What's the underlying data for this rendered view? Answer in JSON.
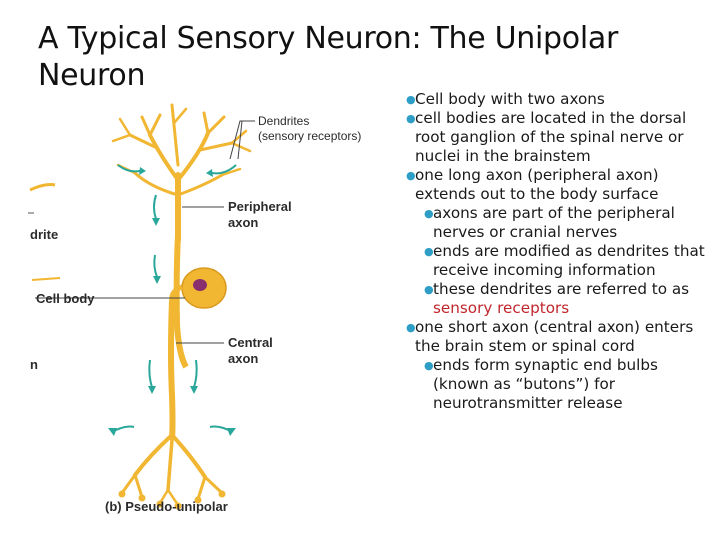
{
  "title": "A Typical Sensory Neuron: The Unipolar Neuron",
  "figure": {
    "label_dendrites_1": "Dendrites",
    "label_dendrites_2": "(sensory receptors)",
    "label_peripheral_1": "Peripheral",
    "label_peripheral_2": "axon",
    "label_cell_body": "Cell body",
    "label_central_1": "Central",
    "label_central_2": "axon",
    "label_left_drite": "drite",
    "label_left_n": "n",
    "caption": "(b) Pseudo-unipolar",
    "colors": {
      "axon": "#f1b632",
      "axon_dark": "#d99a1f",
      "arrow": "#2aa79b",
      "nucleus": "#8a2f6e"
    }
  },
  "bullets": [
    {
      "level": 1,
      "text": "Cell body with two axons",
      "bold": true
    },
    {
      "level": 1,
      "text": "cell bodies are located in the dorsal root ganglion of the spinal nerve or nuclei in the brainstem",
      "bold": true
    },
    {
      "level": 1,
      "text": "one long axon (peripheral axon) extends out to the body surface"
    },
    {
      "level": 2,
      "text": "axons are part of the peripheral nerves or cranial nerves"
    },
    {
      "level": 2,
      "text": "ends are modified as dendrites that receive incoming information"
    },
    {
      "level": 2,
      "text": "these dendrites are referred to as ",
      "highlight": "sensory receptors"
    },
    {
      "level": 1,
      "text": "one short axon (central axon) enters the brain stem or spinal cord"
    },
    {
      "level": 2,
      "text": "ends form synaptic end bulbs (known as “butons”) for neurotransmitter release"
    }
  ]
}
